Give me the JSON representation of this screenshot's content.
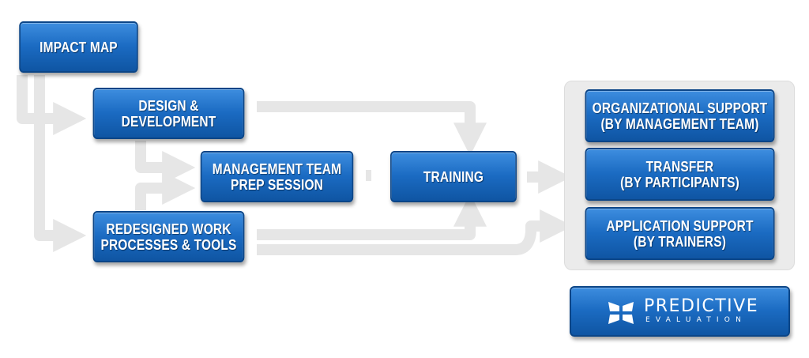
{
  "diagram": {
    "nodes": {
      "impact_map": "IMPACT MAP",
      "design_development": "DESIGN &\nDEVELOPMENT",
      "management_prep": "MANAGEMENT TEAM\nPREP SESSION",
      "redesigned_work": "REDESIGNED WORK\nPROCESSES & TOOLS",
      "training": "TRAINING",
      "org_support": "ORGANIZATIONAL SUPPORT\n(BY MANAGEMENT TEAM)",
      "transfer": "TRANSFER\n(BY PARTICIPANTS)",
      "application_support": "APPLICATION SUPPORT\n(BY TRAINERS)"
    },
    "edges": [
      {
        "from": "impact_map",
        "to": "design_development"
      },
      {
        "from": "impact_map",
        "to": "redesigned_work"
      },
      {
        "from": "design_development",
        "to": "management_prep"
      },
      {
        "from": "redesigned_work",
        "to": "management_prep"
      },
      {
        "from": "design_development",
        "to": "training"
      },
      {
        "from": "redesigned_work",
        "to": "training"
      },
      {
        "from": "management_prep",
        "to": "training"
      },
      {
        "from": "training",
        "to": "transfer"
      },
      {
        "from": "redesigned_work",
        "to": "application_support"
      }
    ],
    "colors": {
      "box_fill": "#1b6bc2",
      "box_border": "#0b4587",
      "arrow": "#e6e6e6",
      "panel": "#ebebeb",
      "text": "#ffffff"
    }
  },
  "logo": {
    "icon": "predictive-evaluation-logo-mark",
    "name": "PREDICTIVE",
    "subtitle": "EVALUATION"
  }
}
